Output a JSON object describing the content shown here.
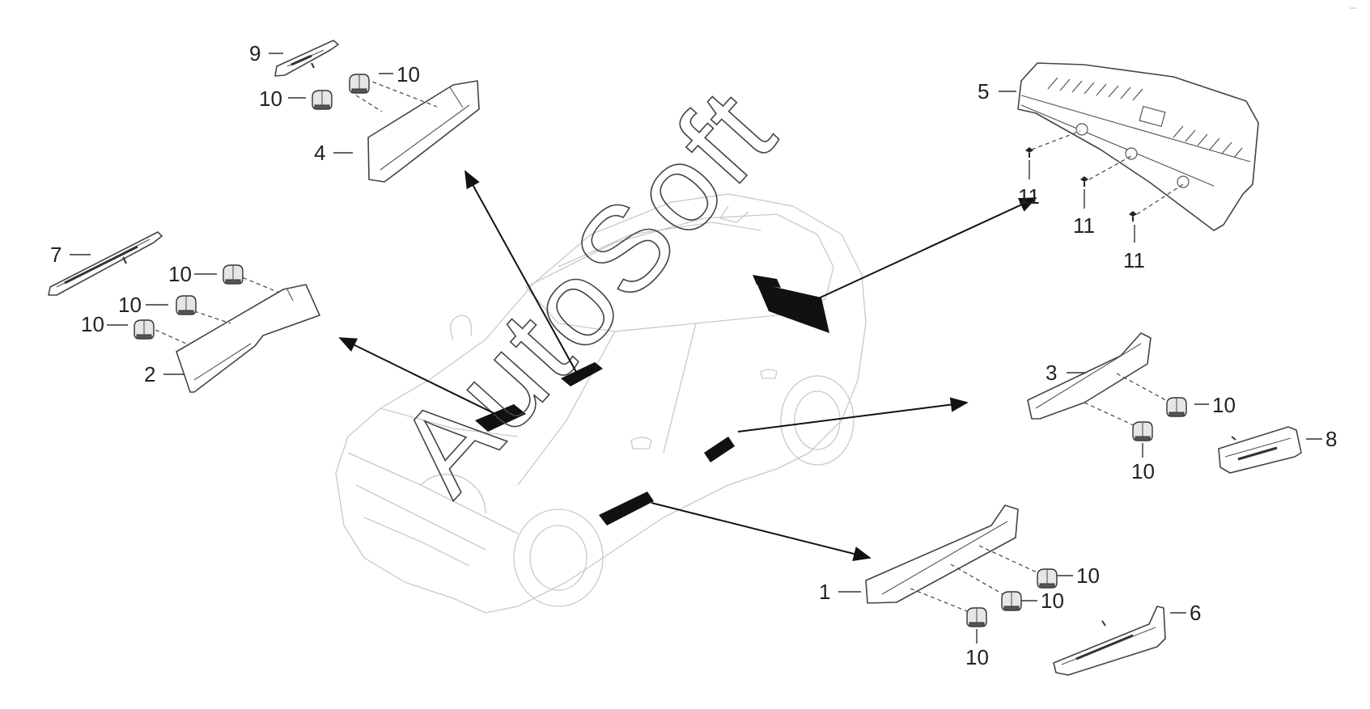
{
  "diagram": {
    "watermark": "AutoSoft",
    "corner_mark": "°°° ",
    "labels": {
      "p1": "1",
      "p2": "2",
      "p3": "3",
      "p4": "4",
      "p5": "5",
      "p6": "6",
      "p7": "7",
      "p8": "8",
      "p9": "9",
      "clip": "10",
      "screw": "11"
    }
  }
}
